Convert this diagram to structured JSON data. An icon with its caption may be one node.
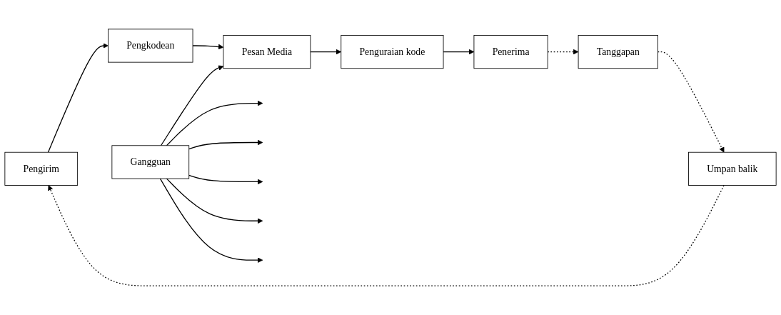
{
  "diagram": {
    "nodes": [
      {
        "text": [
          "Pengirim"
        ]
      },
      {
        "text": [
          "Pengkodean"
        ]
      },
      {
        "text": [
          "Pesan Media"
        ]
      },
      {
        "text": [
          "Penguraian kode"
        ]
      },
      {
        "text": [
          "Penerima"
        ]
      },
      {
        "text": [
          "Gangguan"
        ]
      },
      {
        "text": [
          "Tanggapan"
        ]
      },
      {
        "text": [
          "Umpan balik"
        ]
      }
    ],
    "edges": [
      {
        "from": 0,
        "to": 1,
        "arrow": "to"
      },
      {
        "from": 1,
        "to": 2,
        "arrow": "to"
      },
      {
        "from": 2,
        "to": 3,
        "arrow": "to"
      },
      {
        "from": 3,
        "to": 4,
        "arrow": "to"
      },
      {
        "from": 5,
        "to": 2,
        "arrow": "to"
      },
      {
        "from": 5,
        "to": null,
        "arrow": "to"
      },
      {
        "from": 5,
        "to": null,
        "arrow": "to"
      },
      {
        "from": 5,
        "to": null,
        "arrow": "to"
      },
      {
        "from": 5,
        "to": null,
        "arrow": "to"
      },
      {
        "from": 5,
        "to": null,
        "arrow": "to"
      },
      {
        "from": 4,
        "to": 6,
        "arrow": "to",
        "style": "dashed"
      },
      {
        "from": 6,
        "to": 7,
        "arrow": "to",
        "style": "dashed"
      },
      {
        "from": 7,
        "to": 0,
        "arrow": "to",
        "style": "dashed"
      }
    ]
  }
}
